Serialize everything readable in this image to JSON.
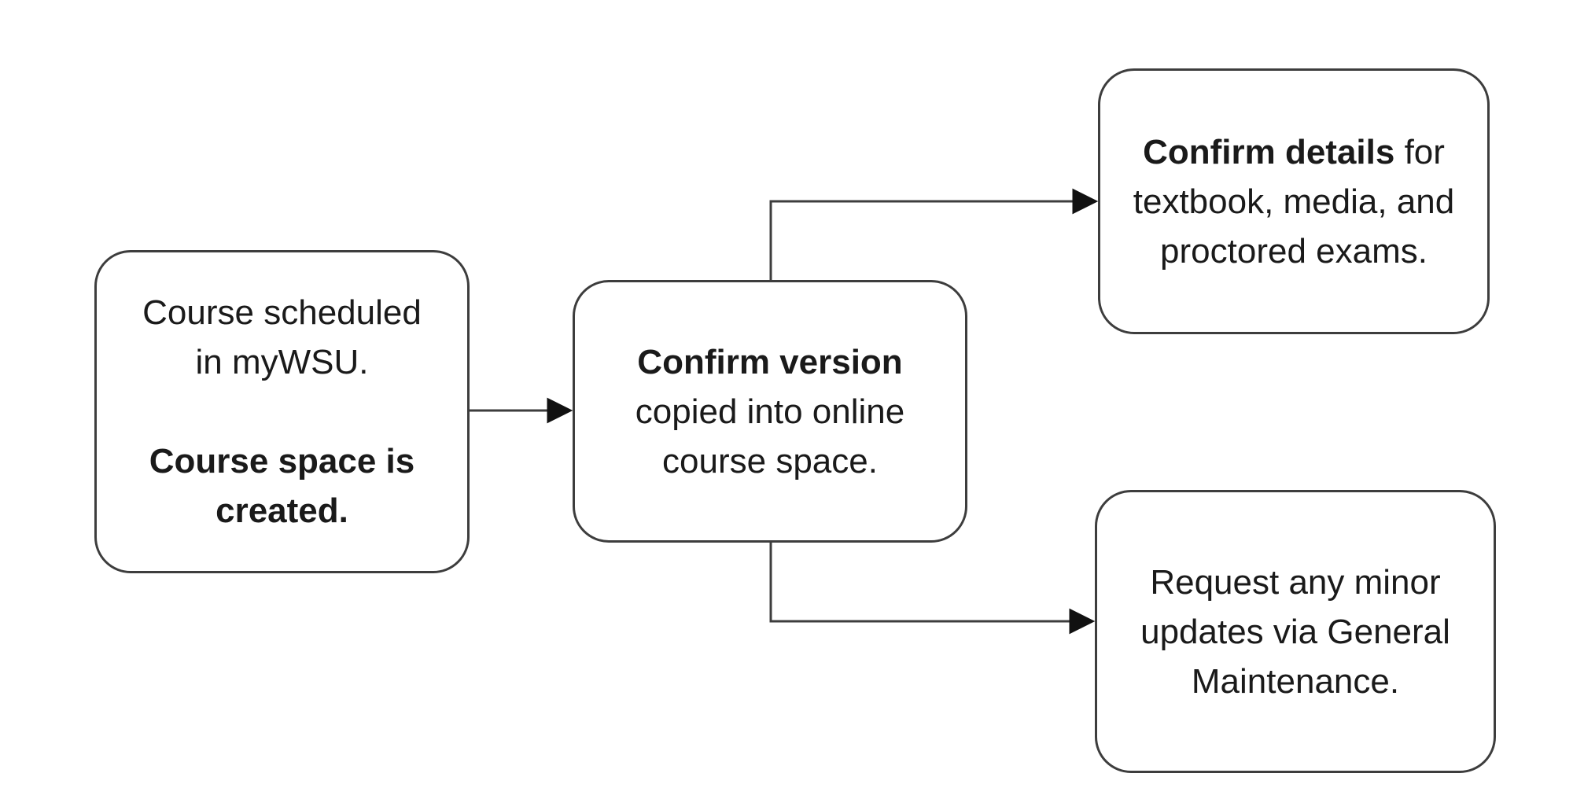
{
  "diagram": {
    "type": "flowchart",
    "background_color": "#ffffff",
    "node_fill_color": "#ffffff",
    "node_border_color": "#3d3d3d",
    "line_color": "#3d3d3d",
    "arrowhead_color": "#111111",
    "text_color": "#1a1a1a",
    "nodes": [
      {
        "id": "course-space-created",
        "lines": [
          {
            "segments": [
              {
                "text": "Course scheduled",
                "bold": false
              }
            ]
          },
          {
            "segments": [
              {
                "text": "in myWSU.",
                "bold": false
              }
            ]
          },
          {
            "segments": []
          },
          {
            "segments": [
              {
                "text": "Course space is",
                "bold": true
              }
            ]
          },
          {
            "segments": [
              {
                "text": "created.",
                "bold": true
              }
            ]
          }
        ]
      },
      {
        "id": "confirm-version",
        "lines": [
          {
            "segments": [
              {
                "text": "Confirm version",
                "bold": true
              }
            ]
          },
          {
            "segments": [
              {
                "text": "copied into online",
                "bold": false
              }
            ]
          },
          {
            "segments": [
              {
                "text": "course space.",
                "bold": false
              }
            ]
          }
        ]
      },
      {
        "id": "confirm-details",
        "lines": [
          {
            "segments": [
              {
                "text": "Confirm details",
                "bold": true
              },
              {
                "text": " for",
                "bold": false
              }
            ]
          },
          {
            "segments": [
              {
                "text": "textbook, media, and",
                "bold": false
              }
            ]
          },
          {
            "segments": [
              {
                "text": "proctored exams.",
                "bold": false
              }
            ]
          }
        ]
      },
      {
        "id": "request-minor-updates",
        "lines": [
          {
            "segments": [
              {
                "text": "Request any minor",
                "bold": false
              }
            ]
          },
          {
            "segments": [
              {
                "text": "updates via General",
                "bold": false
              }
            ]
          },
          {
            "segments": [
              {
                "text": "Maintenance.",
                "bold": false
              }
            ]
          }
        ]
      }
    ],
    "connectors": [
      {
        "from": "course-space-created",
        "to": "confirm-version",
        "arrow": "end"
      },
      {
        "from": "confirm-version",
        "to": "confirm-details",
        "arrow": "end"
      },
      {
        "from": "confirm-version",
        "to": "request-minor-updates",
        "arrow": "end"
      }
    ]
  }
}
